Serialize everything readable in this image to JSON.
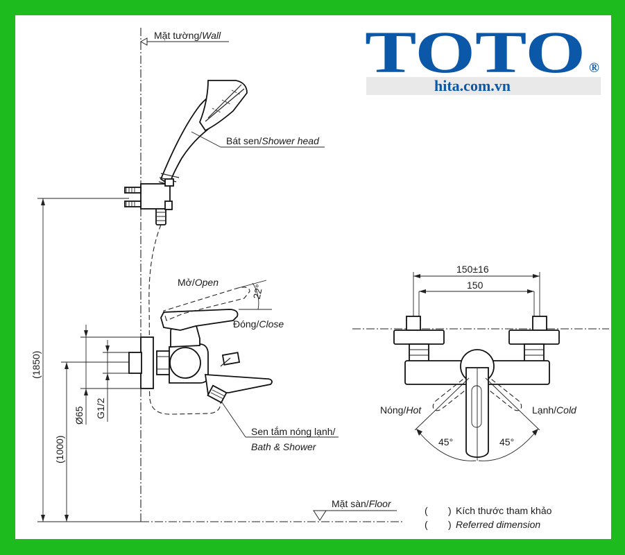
{
  "brand": {
    "logo": "TOTO",
    "registered": "®",
    "website": "hita.com.vn"
  },
  "labels": {
    "wall": "Mặt tường/",
    "wall_en": "Wall",
    "shower_head": "Bát sen/",
    "shower_head_en": "Shower head",
    "open": "Mở/",
    "open_en": "Open",
    "close": "Đóng/",
    "close_en": "Close",
    "angle_lever": "22°",
    "bath_shower_vn": "Sen tắm nóng lạnh/",
    "bath_shower_en": "Bath & Shower",
    "floor": "Mặt sàn/",
    "floor_en": "Floor",
    "hot": "Nóng/",
    "hot_en": "Hot",
    "cold": "Lạnh/",
    "cold_en": "Cold",
    "angle_hot": "45°",
    "angle_cold": "45°"
  },
  "dimensions": {
    "height_total": "(1850)",
    "height_mount": "(1000)",
    "diameter": "Ø65",
    "thread": "G1/2",
    "width_tol": "150±16",
    "width": "150"
  },
  "legend": {
    "paren_left": "(",
    "paren_right": ")",
    "reference_vn": "Kích thước tham khảo",
    "reference_en": "Referred dimension"
  },
  "colors": {
    "border": "#1dbb1d",
    "brand": "#0b57a8",
    "website_band": "#e9e9e9"
  }
}
